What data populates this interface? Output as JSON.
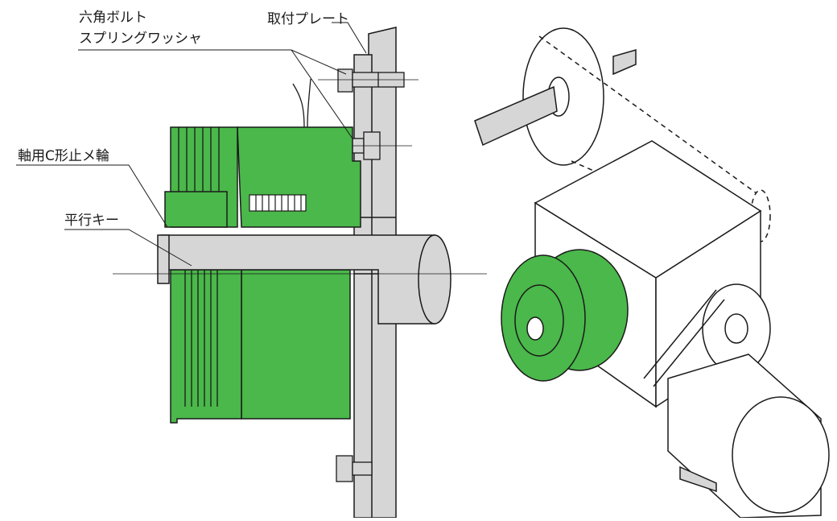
{
  "labels": {
    "hex_bolt": "六角ボルト",
    "spring_washer": "スプリングワッシャ",
    "mounting_plate": "取付プレート",
    "c_ring": "軸用C形止メ輪",
    "parallel_key": "平行キー"
  },
  "colors": {
    "green": "#4ab84a",
    "gray": "#d6d6d6",
    "line": "#1a1a1a"
  }
}
